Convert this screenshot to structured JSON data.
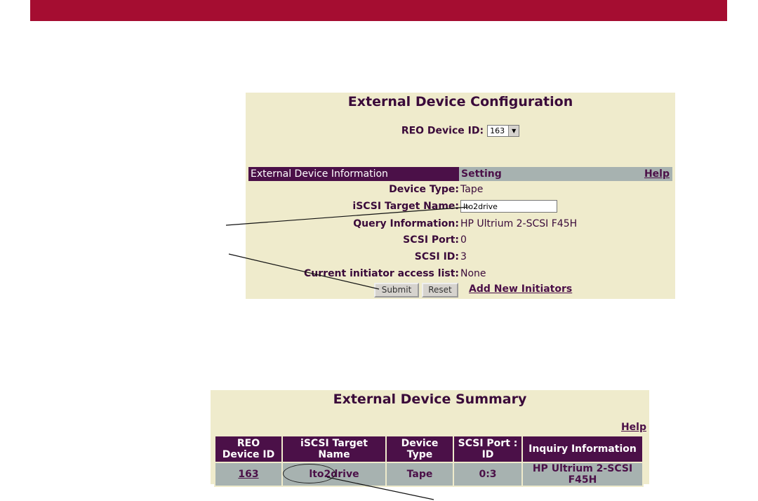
{
  "config": {
    "title": "External Device Configuration",
    "device_id_label": "REO Device ID:",
    "device_id_value": "163",
    "info_header": "External Device Information",
    "setting_header": "Setting",
    "help_label": "Help",
    "fields": {
      "device_type_label": "Device Type:",
      "device_type_value": "Tape",
      "target_name_label": "iSCSI Target Name:",
      "target_name_value": "lto2drive",
      "query_label": "Query Information:",
      "query_value": "HP Ultrium 2-SCSI F45H",
      "scsi_port_label": "SCSI Port:",
      "scsi_port_value": "0",
      "scsi_id_label": "SCSI ID:",
      "scsi_id_value": "3",
      "access_list_label": "Current initiator access list:",
      "access_list_value": "None"
    },
    "submit_label": "Submit",
    "reset_label": "Reset",
    "add_initiators_label": "Add New Initiators"
  },
  "summary": {
    "title": "External Device Summary",
    "help_label": "Help",
    "columns": [
      "REO Device ID",
      "iSCSI Target Name",
      "Device Type",
      "SCSI Port : ID",
      "Inquiry Information"
    ],
    "rows": [
      [
        "163",
        "lto2drive",
        "Tape",
        "0:3",
        "HP Ultrium 2-SCSI F45H"
      ]
    ]
  },
  "colors": {
    "top_bar": "#a50d31",
    "panel_bg": "#efebcc",
    "header_dark": "#4b1048",
    "header_gray": "#a7b2b0"
  }
}
